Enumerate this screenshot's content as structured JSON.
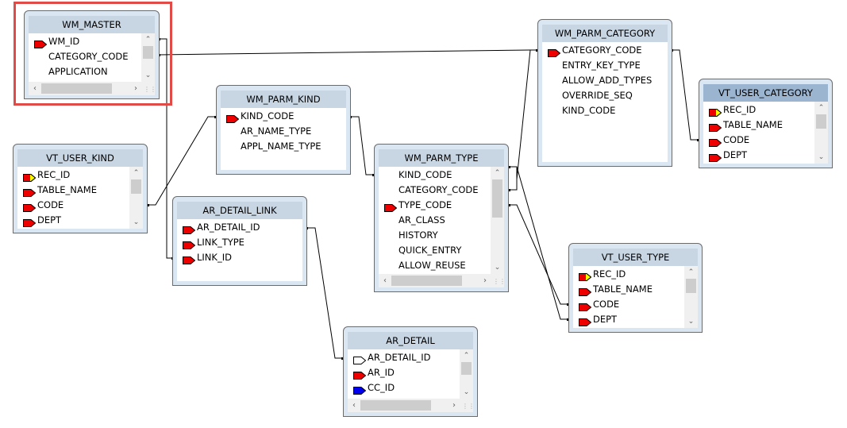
{
  "diagram": {
    "selected_table": "VT_USER_CATEGORY",
    "highlighted_table": "WM_MASTER",
    "colors": {
      "highlight_border": "#e04a47",
      "header": "#c8d6e4",
      "header_selected": "#9bb4d0",
      "pk_key": "#ee0000",
      "fk_key": "#0000ee",
      "unique_key": "#ffff00"
    },
    "tables": [
      {
        "id": "wm_master",
        "name": "WM_MASTER",
        "columns": [
          {
            "name": "WM_ID",
            "key": "pk"
          },
          {
            "name": "CATEGORY_CODE",
            "key": "none"
          },
          {
            "name": "APPLICATION",
            "key": "none"
          }
        ]
      },
      {
        "id": "vt_user_kind",
        "name": "VT_USER_KIND",
        "columns": [
          {
            "name": "REC_ID",
            "key": "pk-unique"
          },
          {
            "name": "TABLE_NAME",
            "key": "pk"
          },
          {
            "name": "CODE",
            "key": "pk"
          },
          {
            "name": "DEPT",
            "key": "pk"
          }
        ]
      },
      {
        "id": "wm_parm_kind",
        "name": "WM_PARM_KIND",
        "columns": [
          {
            "name": "KIND_CODE",
            "key": "pk"
          },
          {
            "name": "AR_NAME_TYPE",
            "key": "none"
          },
          {
            "name": "APPL_NAME_TYPE",
            "key": "none"
          }
        ]
      },
      {
        "id": "ar_detail_link",
        "name": "AR_DETAIL_LINK",
        "columns": [
          {
            "name": "AR_DETAIL_ID",
            "key": "pk"
          },
          {
            "name": "LINK_TYPE",
            "key": "pk"
          },
          {
            "name": "LINK_ID",
            "key": "pk"
          }
        ]
      },
      {
        "id": "wm_parm_type",
        "name": "WM_PARM_TYPE",
        "columns": [
          {
            "name": "KIND_CODE",
            "key": "none"
          },
          {
            "name": "CATEGORY_CODE",
            "key": "none"
          },
          {
            "name": "TYPE_CODE",
            "key": "pk"
          },
          {
            "name": "AR_CLASS",
            "key": "none"
          },
          {
            "name": "HISTORY",
            "key": "none"
          },
          {
            "name": "QUICK_ENTRY",
            "key": "none"
          },
          {
            "name": "ALLOW_REUSE",
            "key": "none"
          }
        ]
      },
      {
        "id": "wm_parm_category",
        "name": "WM_PARM_CATEGORY",
        "columns": [
          {
            "name": "CATEGORY_CODE",
            "key": "pk"
          },
          {
            "name": "ENTRY_KEY_TYPE",
            "key": "none"
          },
          {
            "name": "ALLOW_ADD_TYPES",
            "key": "none"
          },
          {
            "name": "OVERRIDE_SEQ",
            "key": "none"
          },
          {
            "name": "KIND_CODE",
            "key": "none"
          }
        ]
      },
      {
        "id": "vt_user_category",
        "name": "VT_USER_CATEGORY",
        "columns": [
          {
            "name": "REC_ID",
            "key": "pk-unique"
          },
          {
            "name": "TABLE_NAME",
            "key": "pk"
          },
          {
            "name": "CODE",
            "key": "pk"
          },
          {
            "name": "DEPT",
            "key": "pk"
          }
        ]
      },
      {
        "id": "vt_user_type",
        "name": "VT_USER_TYPE",
        "columns": [
          {
            "name": "REC_ID",
            "key": "pk-unique"
          },
          {
            "name": "TABLE_NAME",
            "key": "pk"
          },
          {
            "name": "CODE",
            "key": "pk"
          },
          {
            "name": "DEPT",
            "key": "pk"
          }
        ]
      },
      {
        "id": "ar_detail",
        "name": "AR_DETAIL",
        "columns": [
          {
            "name": "AR_DETAIL_ID",
            "key": "outline"
          },
          {
            "name": "AR_ID",
            "key": "pk"
          },
          {
            "name": "CC_ID",
            "key": "fk"
          }
        ]
      }
    ],
    "relationships": [
      {
        "from": "WM_MASTER.WM_ID",
        "to": "AR_DETAIL_LINK.LINK_ID"
      },
      {
        "from": "WM_MASTER.CATEGORY_CODE",
        "to": "WM_PARM_CATEGORY.CATEGORY_CODE"
      },
      {
        "from": "VT_USER_KIND.CODE",
        "to": "WM_PARM_KIND.KIND_CODE"
      },
      {
        "from": "WM_PARM_KIND.KIND_CODE",
        "to": "WM_PARM_TYPE.KIND_CODE"
      },
      {
        "from": "AR_DETAIL_LINK.AR_DETAIL_ID",
        "to": "AR_DETAIL.AR_DETAIL_ID"
      },
      {
        "from": "WM_PARM_TYPE.CATEGORY_CODE",
        "to": "WM_PARM_CATEGORY.CATEGORY_CODE"
      },
      {
        "from": "WM_PARM_TYPE.KIND_CODE",
        "to": "VT_USER_TYPE.DEPT"
      },
      {
        "from": "WM_PARM_TYPE.TYPE_CODE",
        "to": "VT_USER_TYPE.CODE"
      },
      {
        "from": "WM_PARM_CATEGORY.CATEGORY_CODE",
        "to": "VT_USER_CATEGORY.CODE"
      }
    ]
  }
}
